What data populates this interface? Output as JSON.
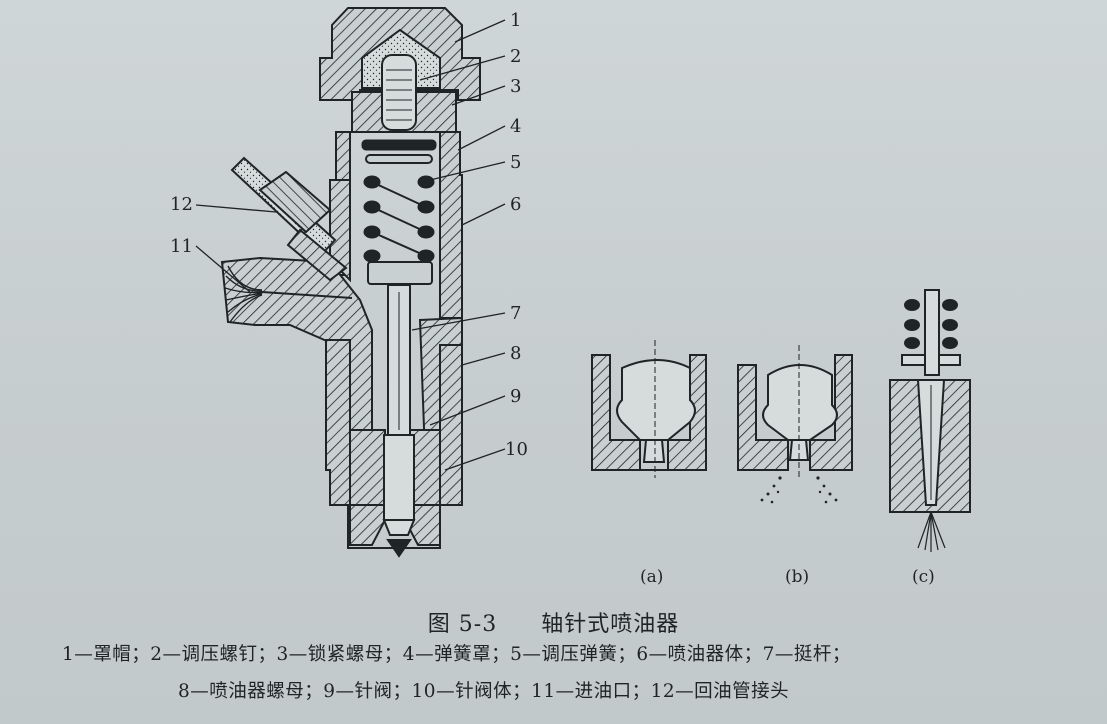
{
  "figure": {
    "number": "图 5-3",
    "title": "轴针式喷油器",
    "callouts": [
      "1",
      "2",
      "3",
      "4",
      "5",
      "6",
      "7",
      "8",
      "9",
      "10",
      "11",
      "12"
    ],
    "sub_labels": [
      "(a)",
      "(b)",
      "(c)"
    ],
    "legend_line1": "1—罩帽；2—调压螺钉；3—锁紧螺母；4—弹簧罩；5—调压弹簧；6—喷油器体；7—挺杆；",
    "legend_line2": "8—喷油器螺母；9—针阀；10—针阀体；11—进油口；12—回油管接头"
  },
  "colors": {
    "ink": "#1f2426",
    "paper": "#c9d0d2"
  }
}
